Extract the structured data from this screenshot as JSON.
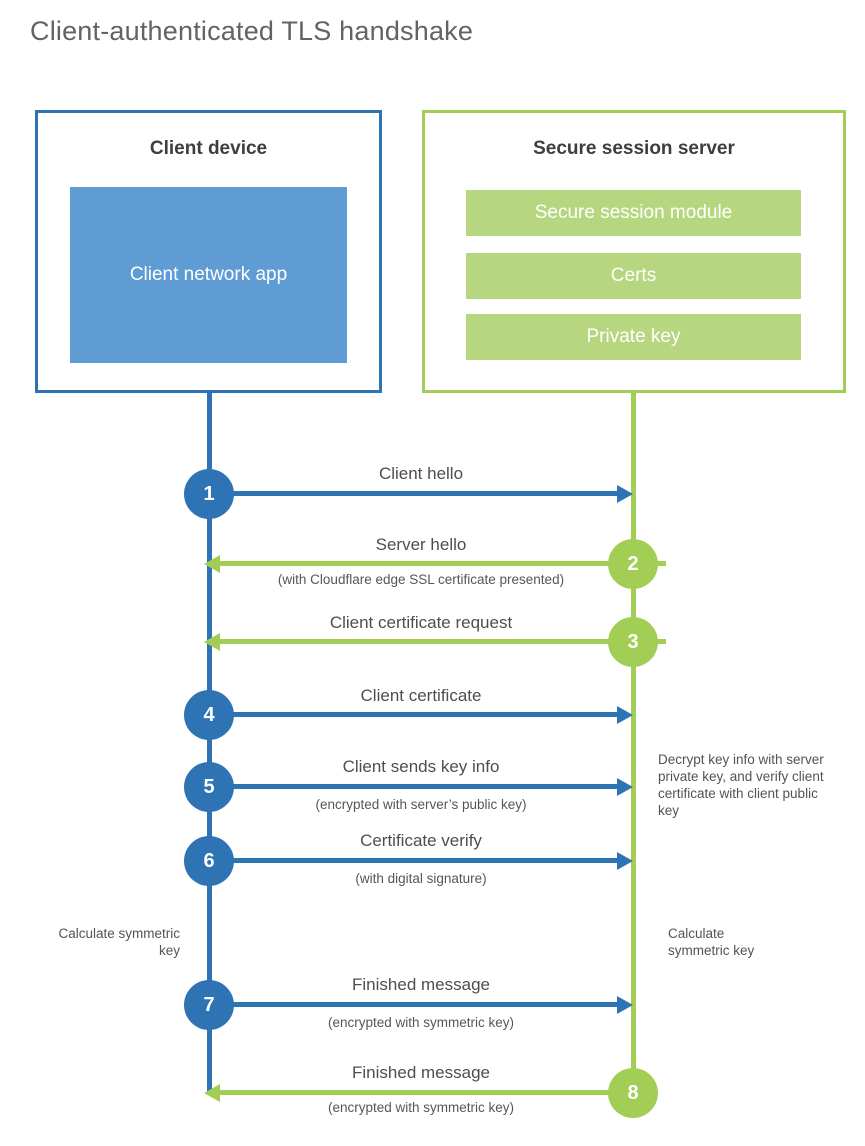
{
  "title": "Client-authenticated TLS handshake",
  "colors": {
    "blue": "#2e74b5",
    "blue_fill": "#5f9cd4",
    "green": "#a3ce55",
    "green_fill": "#b6d67f"
  },
  "client_box": {
    "title": "Client device",
    "app_label": "Client network app"
  },
  "server_box": {
    "title": "Secure session server",
    "modules": [
      "Secure session module",
      "Certs",
      "Private key"
    ]
  },
  "steps": [
    {
      "num": "1",
      "label": "Client hello",
      "sublabel": "",
      "direction": "client-to-server"
    },
    {
      "num": "2",
      "label": "Server hello",
      "sublabel": "(with Cloudflare edge SSL certificate presented)",
      "direction": "server-to-client"
    },
    {
      "num": "3",
      "label": "Client certificate request",
      "sublabel": "",
      "direction": "server-to-client"
    },
    {
      "num": "4",
      "label": "Client certificate",
      "sublabel": "",
      "direction": "client-to-server"
    },
    {
      "num": "5",
      "label": "Client sends key info",
      "sublabel": "(encrypted with server’s public key)",
      "direction": "client-to-server"
    },
    {
      "num": "6",
      "label": "Certificate verify",
      "sublabel": "(with digital signature)",
      "direction": "client-to-server"
    },
    {
      "num": "7",
      "label": "Finished message",
      "sublabel": "(encrypted with symmetric key)",
      "direction": "client-to-server"
    },
    {
      "num": "8",
      "label": "Finished message",
      "sublabel": "(encrypted with symmetric key)",
      "direction": "server-to-client"
    }
  ],
  "notes": {
    "decrypt": "Decrypt key info with server private key, and verify client certificate with client public key",
    "calculate_left": "Calculate symmetric key",
    "calculate_right": "Calculate symmetric key"
  }
}
